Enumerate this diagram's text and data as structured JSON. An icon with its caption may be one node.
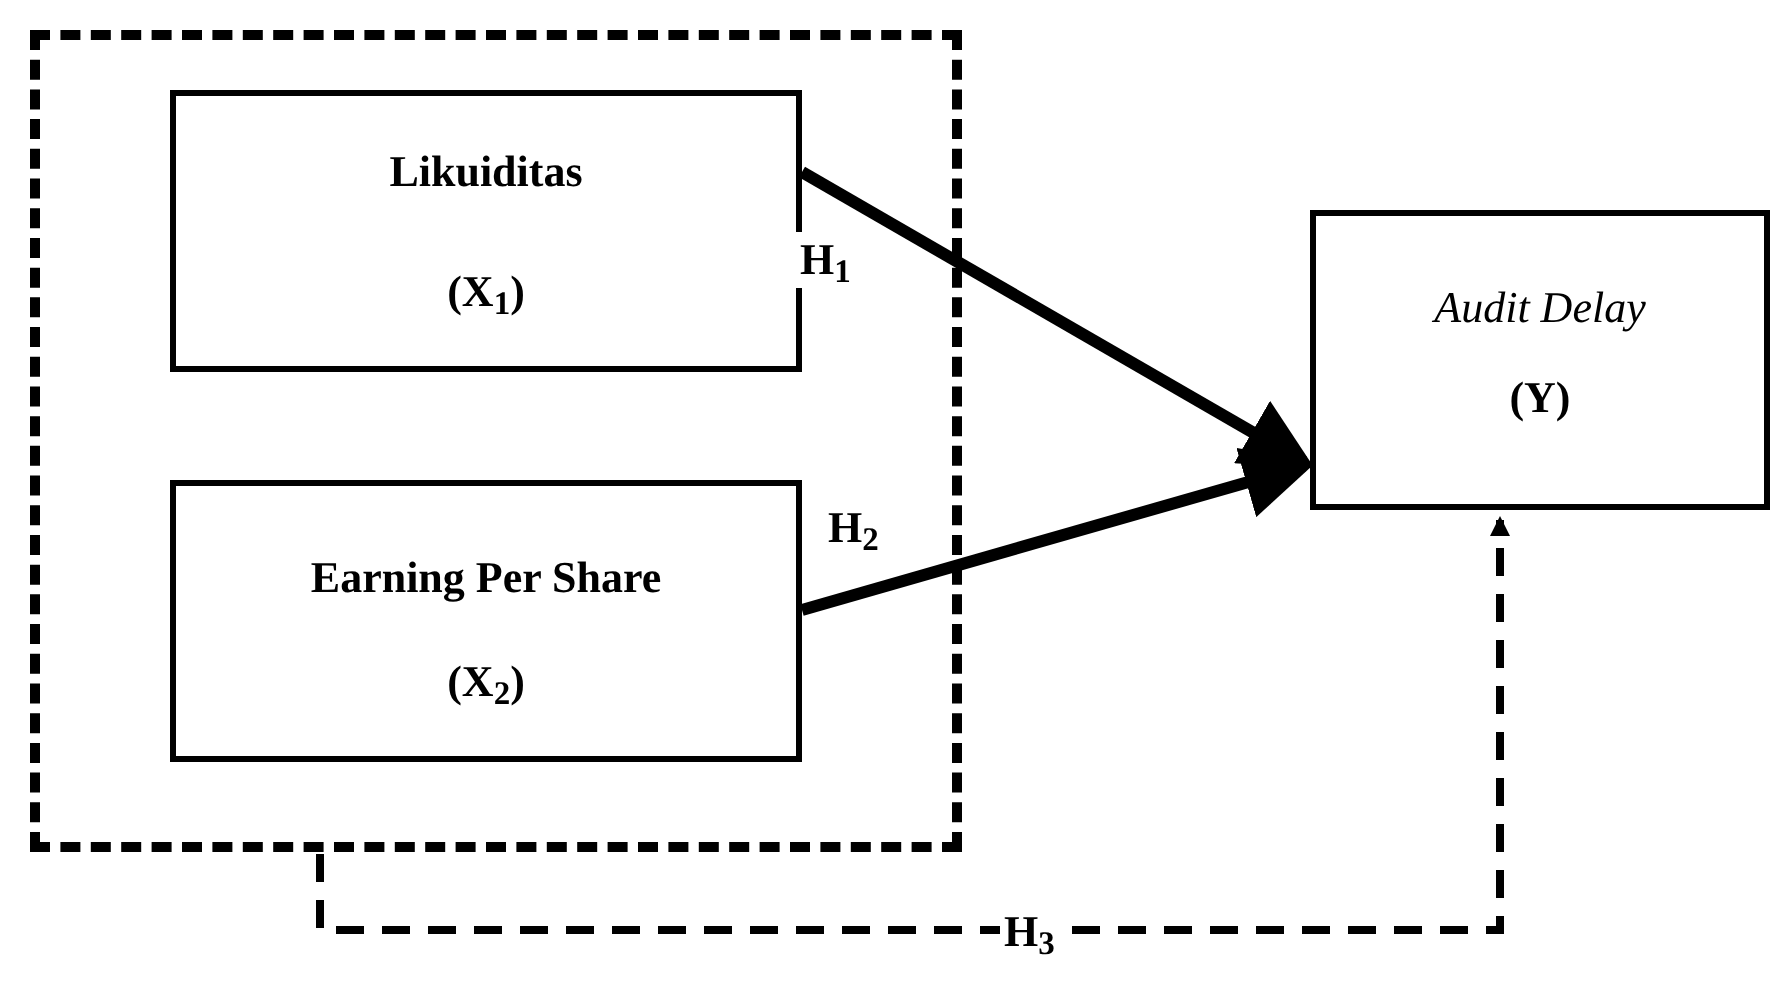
{
  "diagram": {
    "nodes": [
      {
        "text": [],
        "shape": "box"
      },
      {
        "text": [
          "Likuiditas",
          "(X$_{1}$)"
        ],
        "in": 0
      },
      {
        "text": [
          "Earning Per Share",
          "(X$_{2}$)"
        ],
        "in": 0
      },
      {
        "text": [
          "Audit Delay",
          "(Y)"
        ]
      }
    ],
    "edges": [
      {
        "from": 1,
        "to": 3,
        "arrow": "to",
        "label": "H$_{1}$"
      },
      {
        "from": 2,
        "to": 3,
        "arrow": "to",
        "label": "H$_{2}$"
      },
      {
        "from": 0,
        "to": 3,
        "arrow": "to",
        "label": "H$_{3}$",
        "style": "dashed"
      }
    ]
  }
}
